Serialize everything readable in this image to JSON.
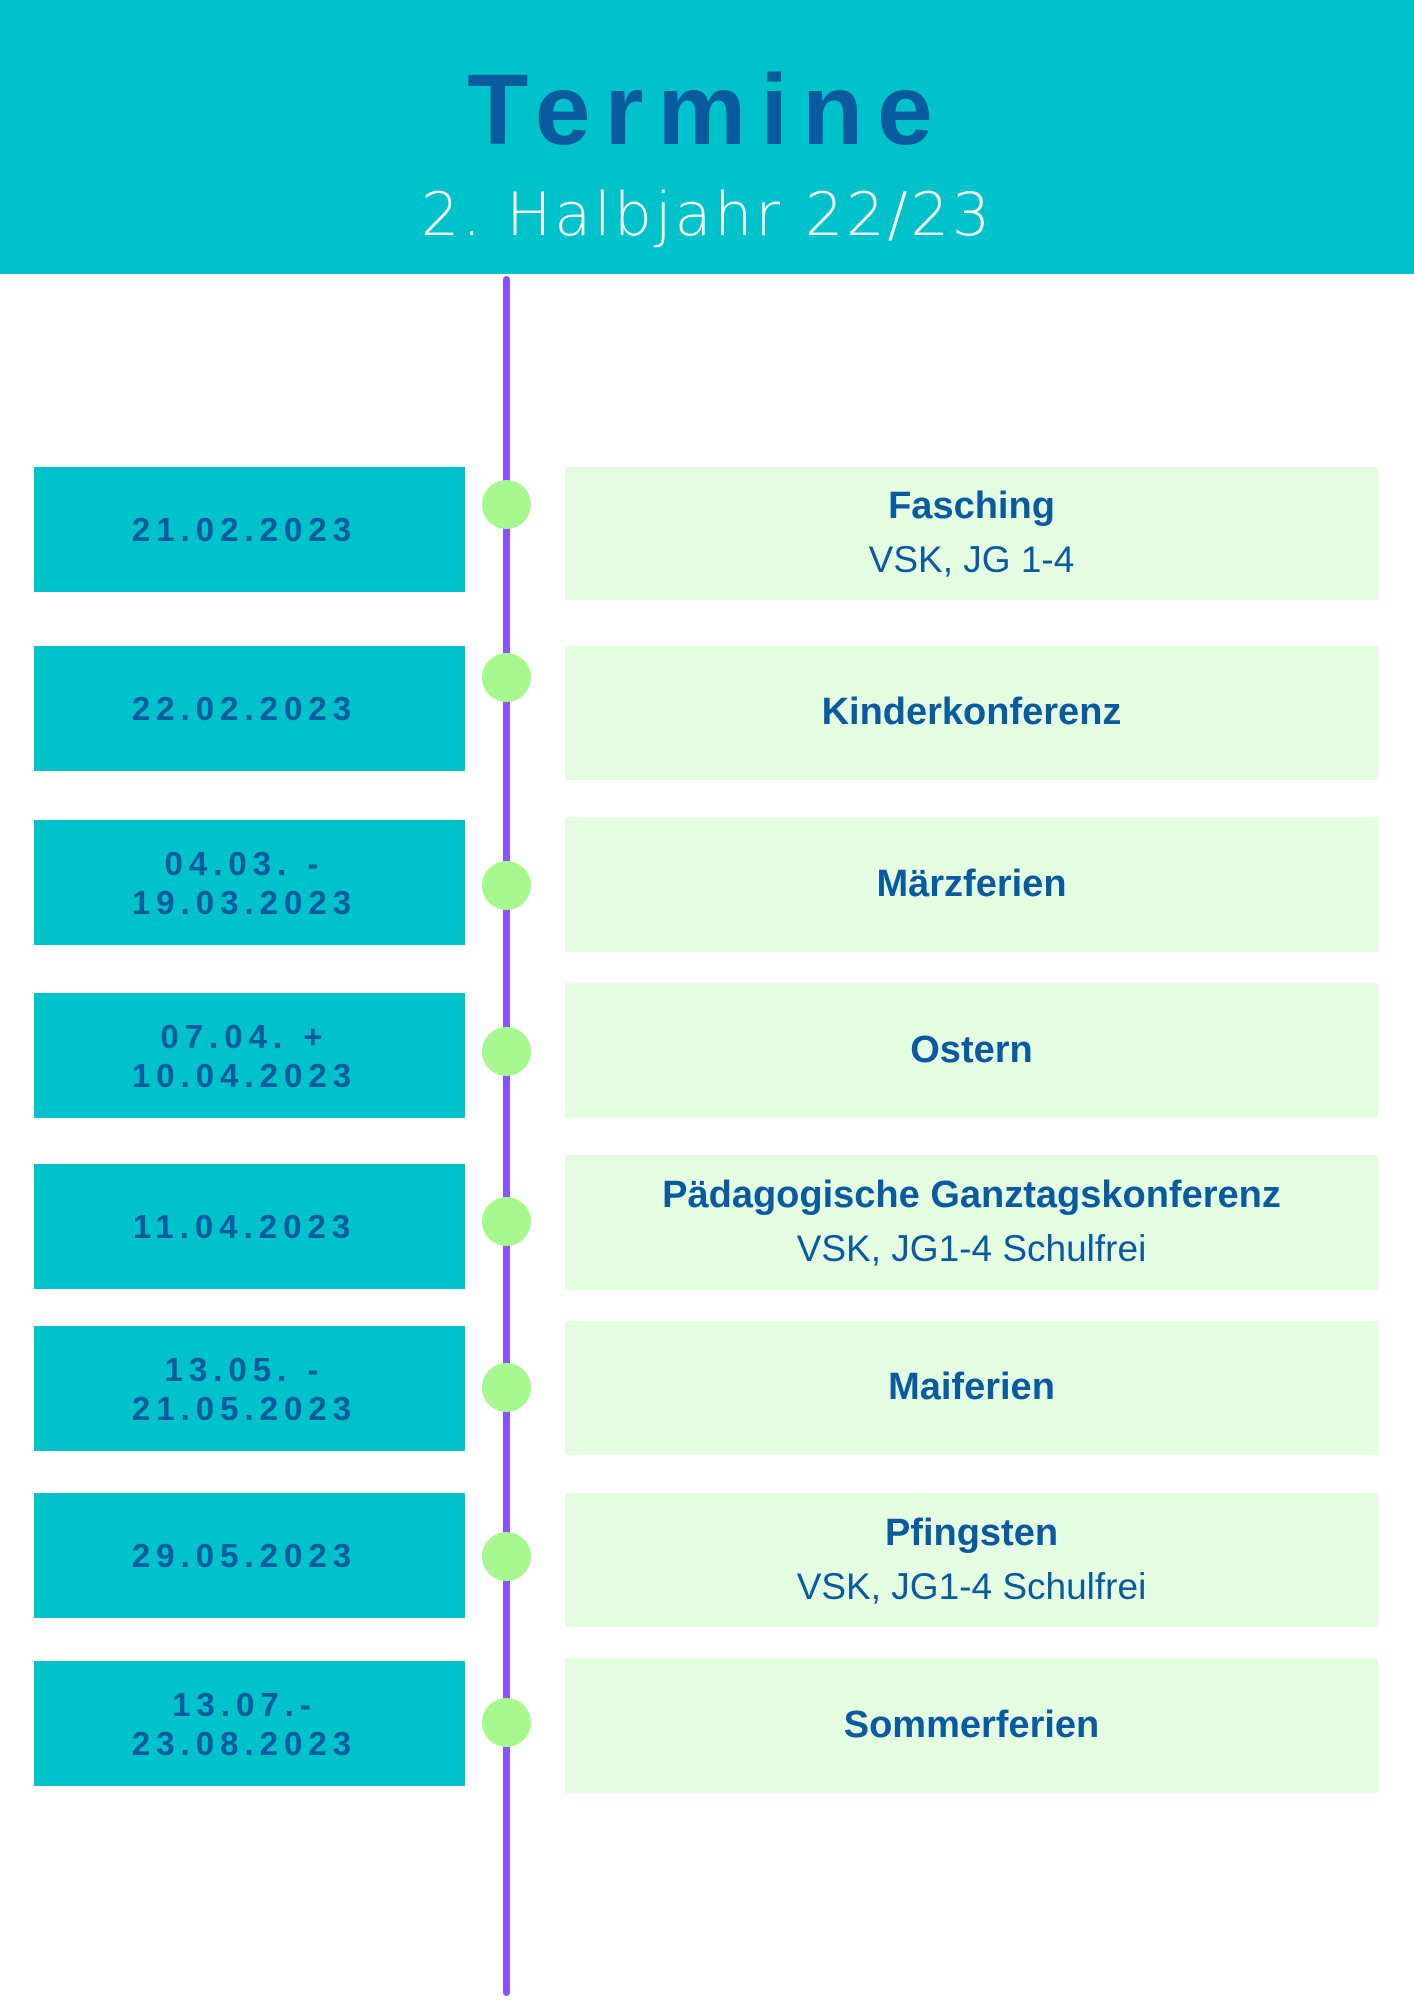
{
  "header": {
    "title": "Termine",
    "subtitle": "2. Halbjahr 22/23"
  },
  "events": [
    {
      "date": [
        "21.02.2023"
      ],
      "title": "Fasching",
      "detail": "VSK, JG 1-4"
    },
    {
      "date": [
        "22.02.2023"
      ],
      "title": "Kinderkonferenz",
      "detail": null
    },
    {
      "date": [
        "04.03. -",
        "19.03.2023"
      ],
      "title": "Märzferien",
      "detail": null
    },
    {
      "date": [
        "07.04. +",
        "10.04.2023"
      ],
      "title": "Ostern",
      "detail": null
    },
    {
      "date": [
        "11.04.2023"
      ],
      "title": "Pädagogische Ganztagskonferenz",
      "detail": "VSK, JG1-4 Schulfrei"
    },
    {
      "date": [
        "13.05. -",
        "21.05.2023"
      ],
      "title": "Maiferien",
      "detail": null
    },
    {
      "date": [
        "29.05.2023"
      ],
      "title": "Pfingsten",
      "detail": "VSK, JG1-4 Schulfrei"
    },
    {
      "date": [
        "13.07.-",
        "23.08.2023"
      ],
      "title": "Sommerferien",
      "detail": null
    }
  ],
  "colors": {
    "teal": "#00c2cb",
    "navy": "#0a5aa0",
    "purple": "#8c52ff",
    "green": "#a6f88f",
    "mint": "#e4fde0"
  }
}
